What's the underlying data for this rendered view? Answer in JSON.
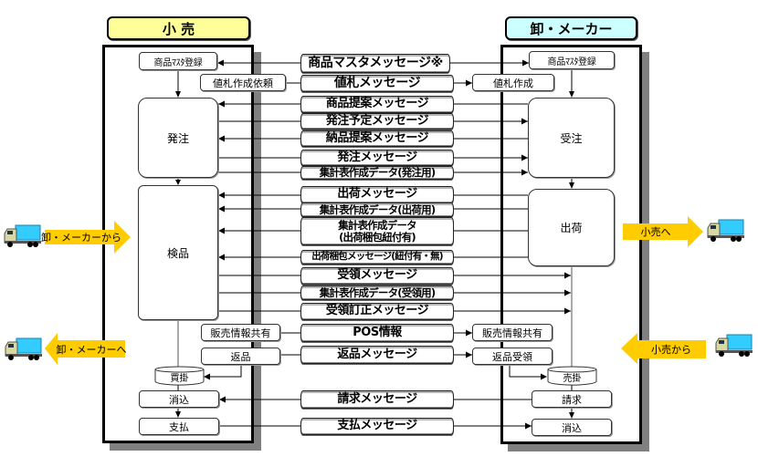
{
  "retail": {
    "title": "小 売",
    "product_master": "商品ﾏｽﾀ登録",
    "price_tag_request": "値札作成依頼",
    "ordering": "発注",
    "inspection": "検品",
    "sales_info_sharing": "販売情報共有",
    "returns": "返品",
    "accounts_payable": "買掛",
    "reconciliation": "消込",
    "payment": "支払"
  },
  "wholesale": {
    "title": "卸・メーカー",
    "product_master": "商品ﾏｽﾀ登録",
    "price_tag_creation": "値札作成",
    "order_receipt": "受注",
    "shipping": "出荷",
    "sales_info_sharing": "販売情報共有",
    "return_receipt": "返品受領",
    "accounts_receivable": "売掛",
    "billing": "請求",
    "reconciliation": "消込"
  },
  "messages": [
    {
      "label": "商品マスタメッセージ※",
      "direction": "both"
    },
    {
      "label": "値札メッセージ",
      "direction": "to_wholesale"
    },
    {
      "label": "商品提案メッセージ",
      "direction": "to_retail"
    },
    {
      "label": "発注予定メッセージ",
      "direction": "to_wholesale"
    },
    {
      "label": "納品提案メッセージ",
      "direction": "to_retail"
    },
    {
      "label": "発注メッセージ",
      "direction": "to_wholesale"
    },
    {
      "label": "集計表作成データ(発注用)",
      "direction": "to_wholesale"
    },
    {
      "label": "出荷メッセージ",
      "direction": "to_retail"
    },
    {
      "label": "集計表作成データ(出荷用)",
      "direction": "to_retail"
    },
    {
      "label": "集計表作成データ\n(出荷梱包紐付有)",
      "direction": "to_retail"
    },
    {
      "label": "出荷梱包メッセージ(紐付有・無)",
      "direction": "to_retail"
    },
    {
      "label": "受領メッセージ",
      "direction": "to_wholesale"
    },
    {
      "label": "集計表作成データ(受領用)",
      "direction": "to_wholesale"
    },
    {
      "label": "受領訂正メッセージ",
      "direction": "to_wholesale"
    },
    {
      "label": "POS情報",
      "direction": "to_wholesale"
    },
    {
      "label": "返品メッセージ",
      "direction": "to_wholesale"
    },
    {
      "label": "請求メッセージ",
      "direction": "to_retail"
    },
    {
      "label": "支払メッセージ",
      "direction": "to_wholesale"
    }
  ],
  "logistics": {
    "retail_inbound": "卸・メーカーから",
    "retail_outbound": "卸・メーカーへ",
    "wholesale_outbound": "小売へ",
    "wholesale_inbound": "小売から"
  },
  "icons": {
    "truck": "truck-icon"
  },
  "colors": {
    "retail_label": "#FFFF99",
    "wholesale_label": "#CCFFFF",
    "logistics_arrow": "#FFCC00",
    "truck_cargo": "#33CCFF"
  }
}
